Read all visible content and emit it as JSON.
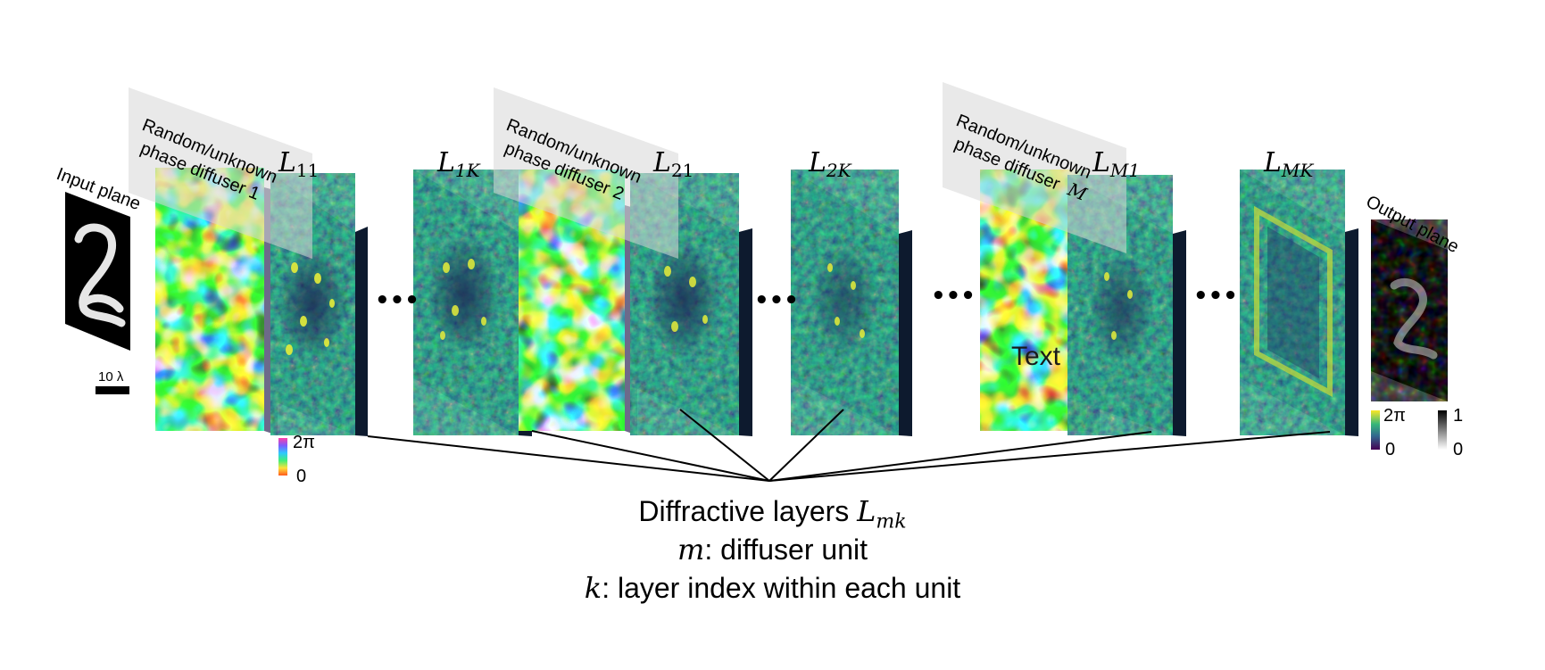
{
  "labels": {
    "input_plane": "Input plane",
    "output_plane": "Output plane",
    "scale_bar": "10 λ",
    "diffuser_1_line1": "Random/unknown",
    "diffuser_1_line2": "phase diffuser 1",
    "diffuser_2_line1": "Random/unknown",
    "diffuser_2_line2": "phase diffuser 2",
    "diffuser_m_line1": "Random/unknown",
    "diffuser_m_line2": "phase diffuser",
    "diffuser_m_index": "M",
    "stray_text": "Text",
    "ellipsis": "•••"
  },
  "layers": {
    "l11": {
      "base": "L",
      "sub": "11"
    },
    "l1k": {
      "base": "L",
      "sub": "1K"
    },
    "l21": {
      "base": "L",
      "sub": "21"
    },
    "l2k": {
      "base": "L",
      "sub": "2K"
    },
    "lm1": {
      "base": "L",
      "sub": "M1"
    },
    "lmk": {
      "base": "L",
      "sub": "MK"
    }
  },
  "colorbars": {
    "diffuser": {
      "max": "2π",
      "min": "0"
    },
    "layer": {
      "max": "2π",
      "min": "0"
    },
    "output": {
      "max": "1",
      "min": "0"
    }
  },
  "caption": {
    "line1_text": "Diffractive layers",
    "line1_math_base": "L",
    "line1_math_sub": "mk",
    "line2_var": "m",
    "line2_text": ": diffuser unit",
    "line3_var": "k",
    "line3_text": ": layer index within each unit"
  },
  "colors": {
    "diffuser_palette": [
      "#ff3fa8",
      "#7b5cff",
      "#2ec8ff",
      "#3ff0a0",
      "#d8ff3a",
      "#ff9a2e"
    ],
    "layer_base": "#2a9a8a",
    "layer_dark": "#1c2f55",
    "layer_bright": "#d8e83a",
    "slab_edge": "#0d1a2e"
  }
}
